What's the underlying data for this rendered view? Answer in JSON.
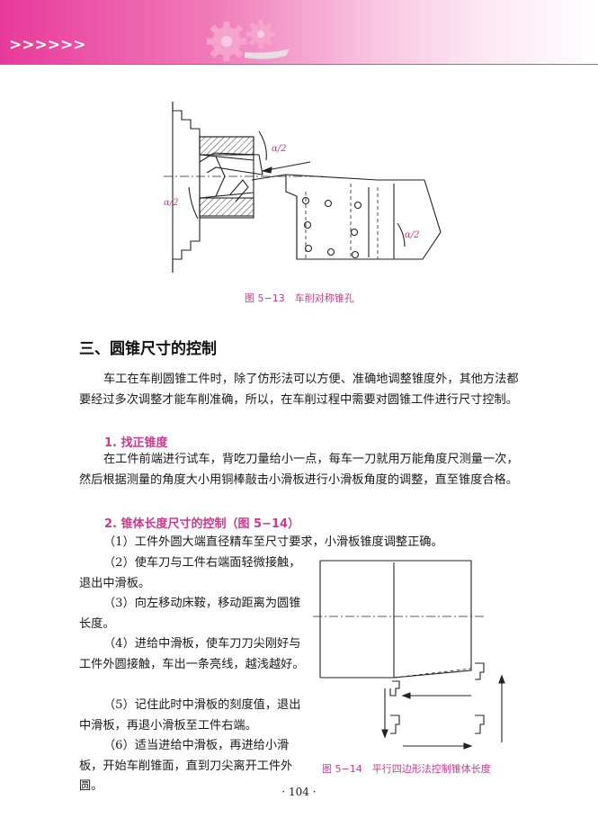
{
  "header": {
    "chevrons": ">>>>>>"
  },
  "figures": {
    "fig_5_13": {
      "caption": "图 5−13　车削对称锥孔",
      "angle_label": "α/2"
    },
    "fig_5_14": {
      "caption": "图 5−14　平行四边形法控制锥体长度"
    }
  },
  "section": {
    "title": "三、圆锥尺寸的控制"
  },
  "intro": "车工在车削圆锥工件时，除了仿形法可以方便、准确地调整锥度外，其他方法都要经过多次调整才能车削准确，所以，在车削过程中需要对圆锥工件进行尺寸控制。",
  "sub1": {
    "title": "1. 找正锥度",
    "text": "在工件前端进行试车，背吃刀量给小一点，每车一刀就用万能角度尺测量一次，然后根据测量的角度大小用铜棒敲击小滑板进行小滑板角度的调整，直至锥度合格。"
  },
  "sub2": {
    "title": "2. 锥体长度尺寸的控制（图 5−14）",
    "step1": "（1）工件外圆大端直径精车至尺寸要求，小滑板锥度调整正确。",
    "step2": "（2）使车刀与工件右端面轻微接触，退出中滑板。",
    "step3": "（3）向左移动床鞍，移动距离为圆锥长度。",
    "step4": "（4）进给中滑板，使车刀刀尖刚好与工件外圆接触，车出一条亮线，越浅越好。",
    "step5": "（5）记住此时中滑板的刻度值，退出中滑板，再退小滑板至工件右端。",
    "step6": "（6）适当进给中滑板，再进给小滑板，开始车削锥面，直到刀尖离开工件外圆。"
  },
  "page_number": "· 104 ·"
}
